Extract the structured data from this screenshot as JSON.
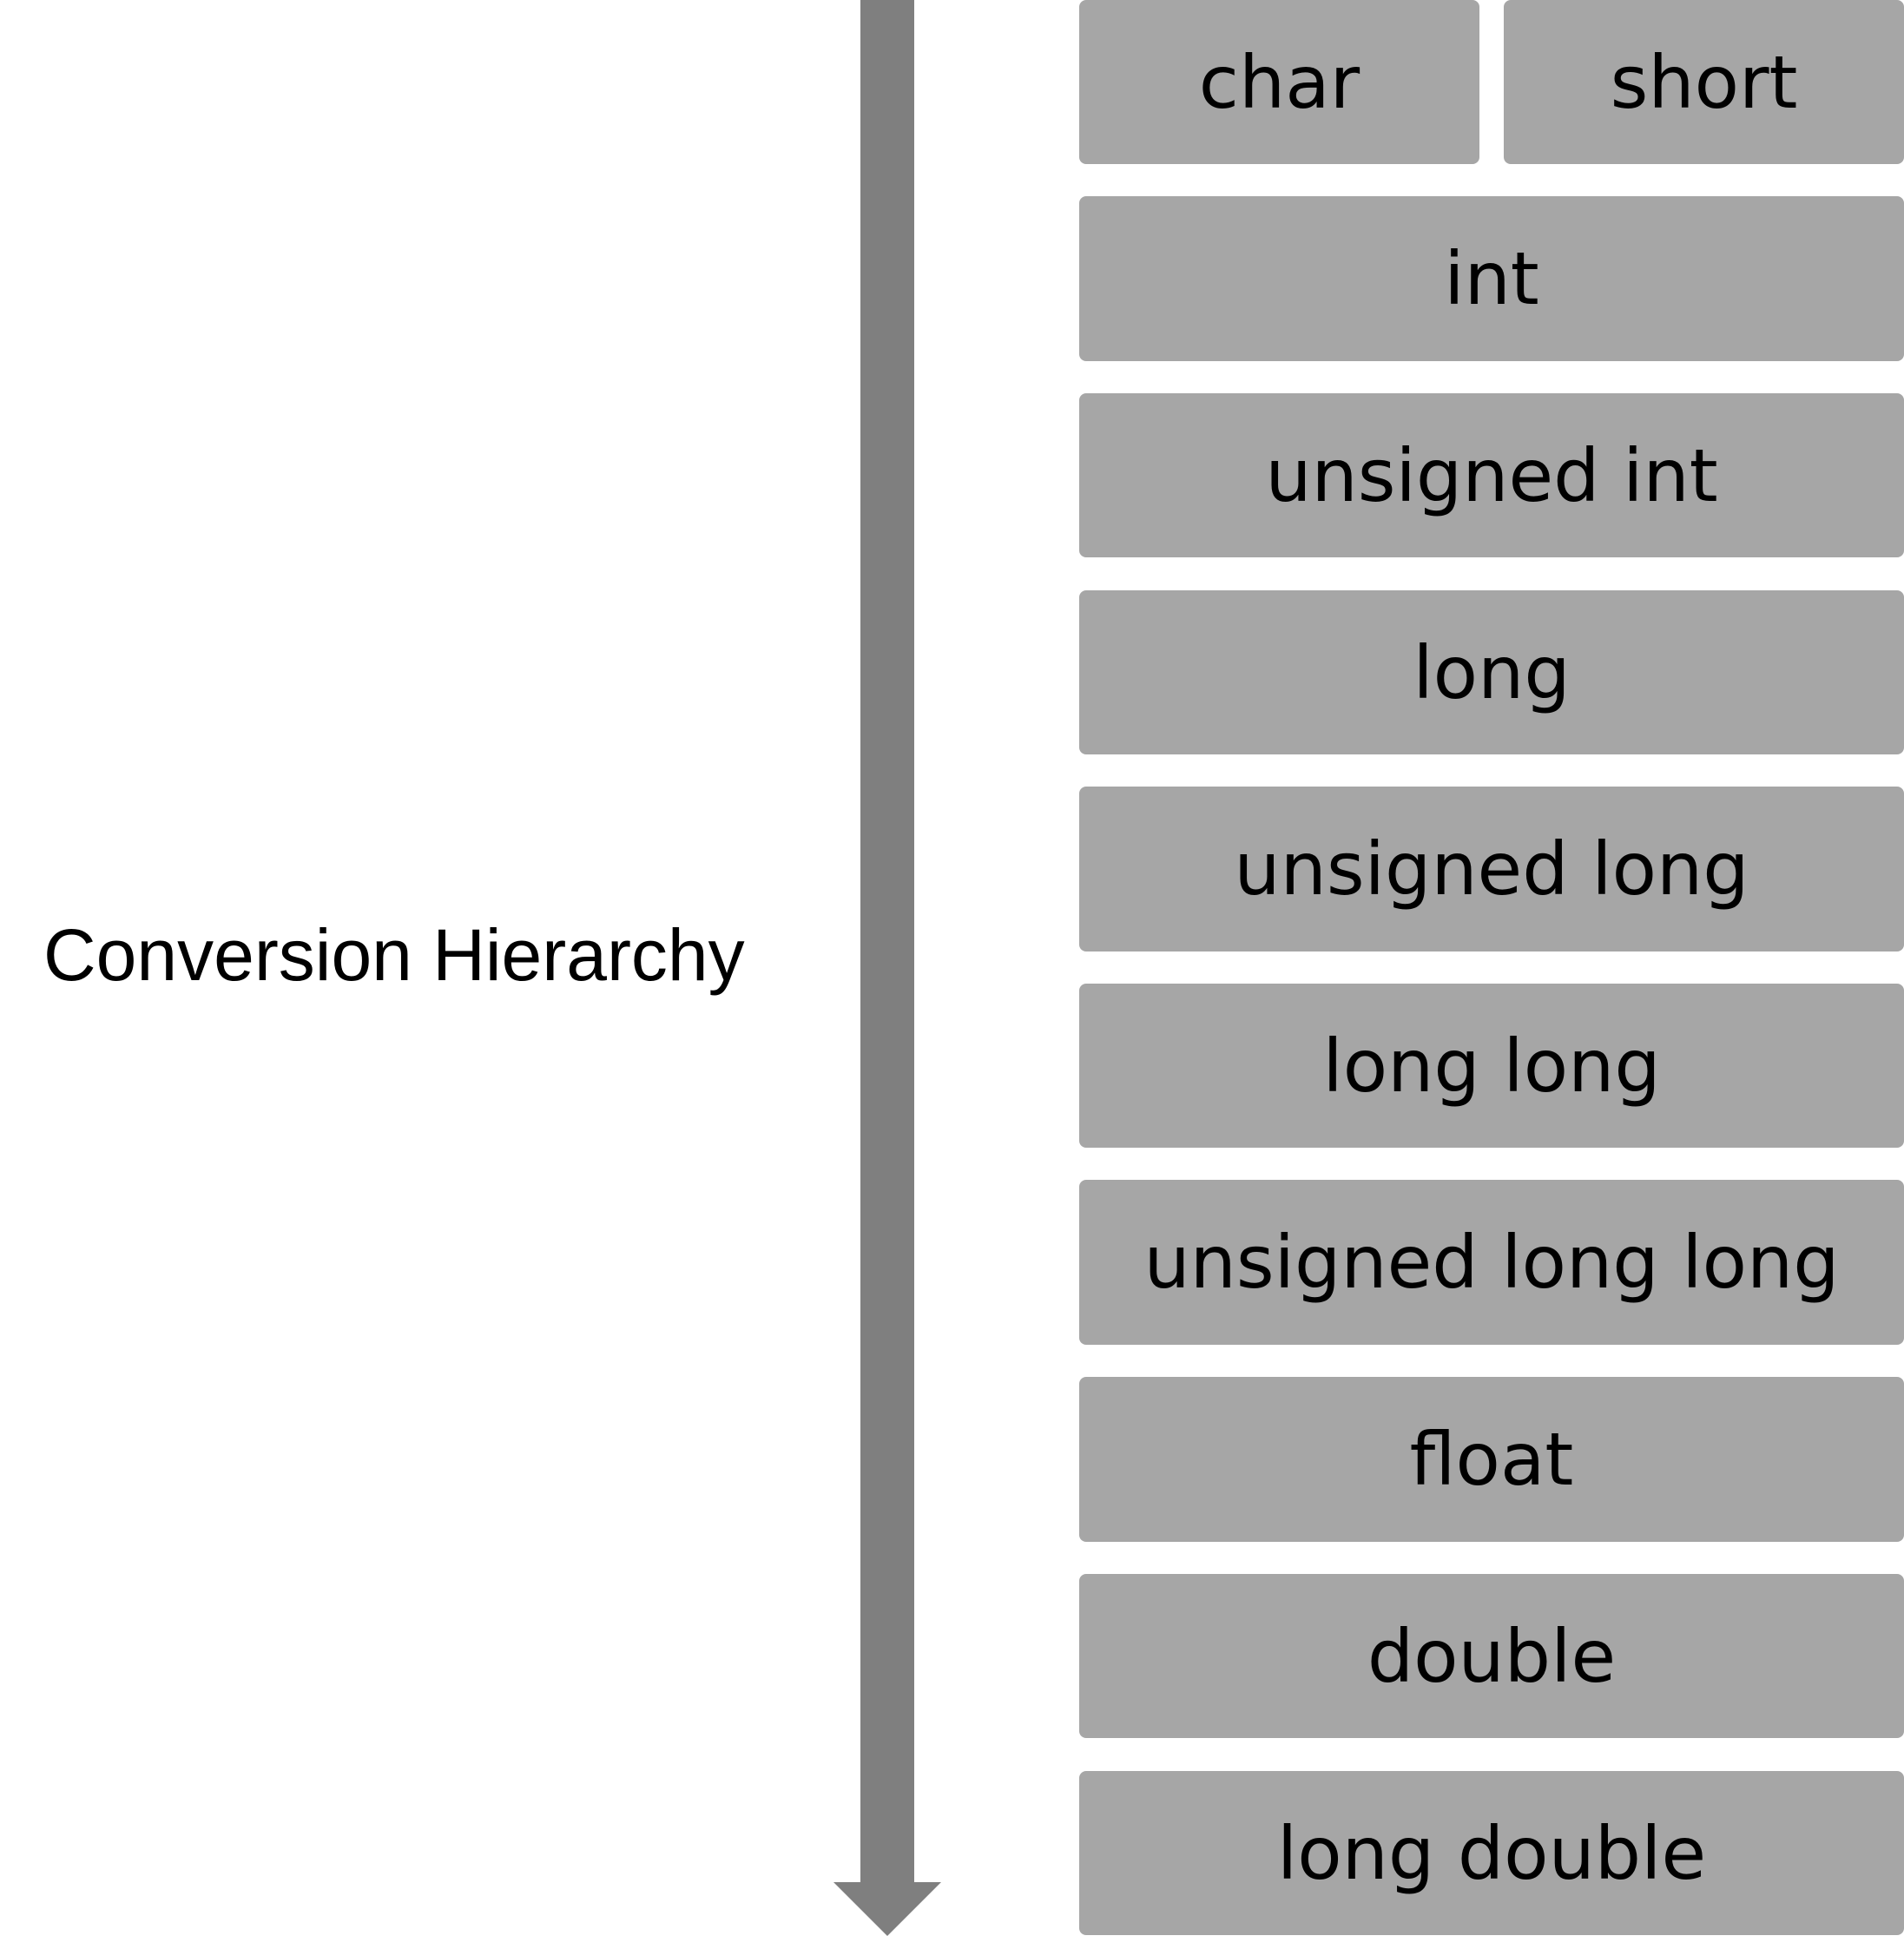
{
  "diagram": {
    "axis_label": "Conversion Hierarchy",
    "colors": {
      "box_fill": "#a6a6a6",
      "arrow": "#7f7f7f",
      "text": "#000000",
      "background": "#ffffff"
    },
    "boxes": {
      "char": "char",
      "short": "short",
      "int": "int",
      "unsigned_int": "unsigned int",
      "long": "long",
      "unsigned_long": "unsigned long",
      "long_long": "long long",
      "unsigned_long_long": "unsigned long long",
      "float": "float",
      "double": "double",
      "long_double": "long double"
    }
  }
}
